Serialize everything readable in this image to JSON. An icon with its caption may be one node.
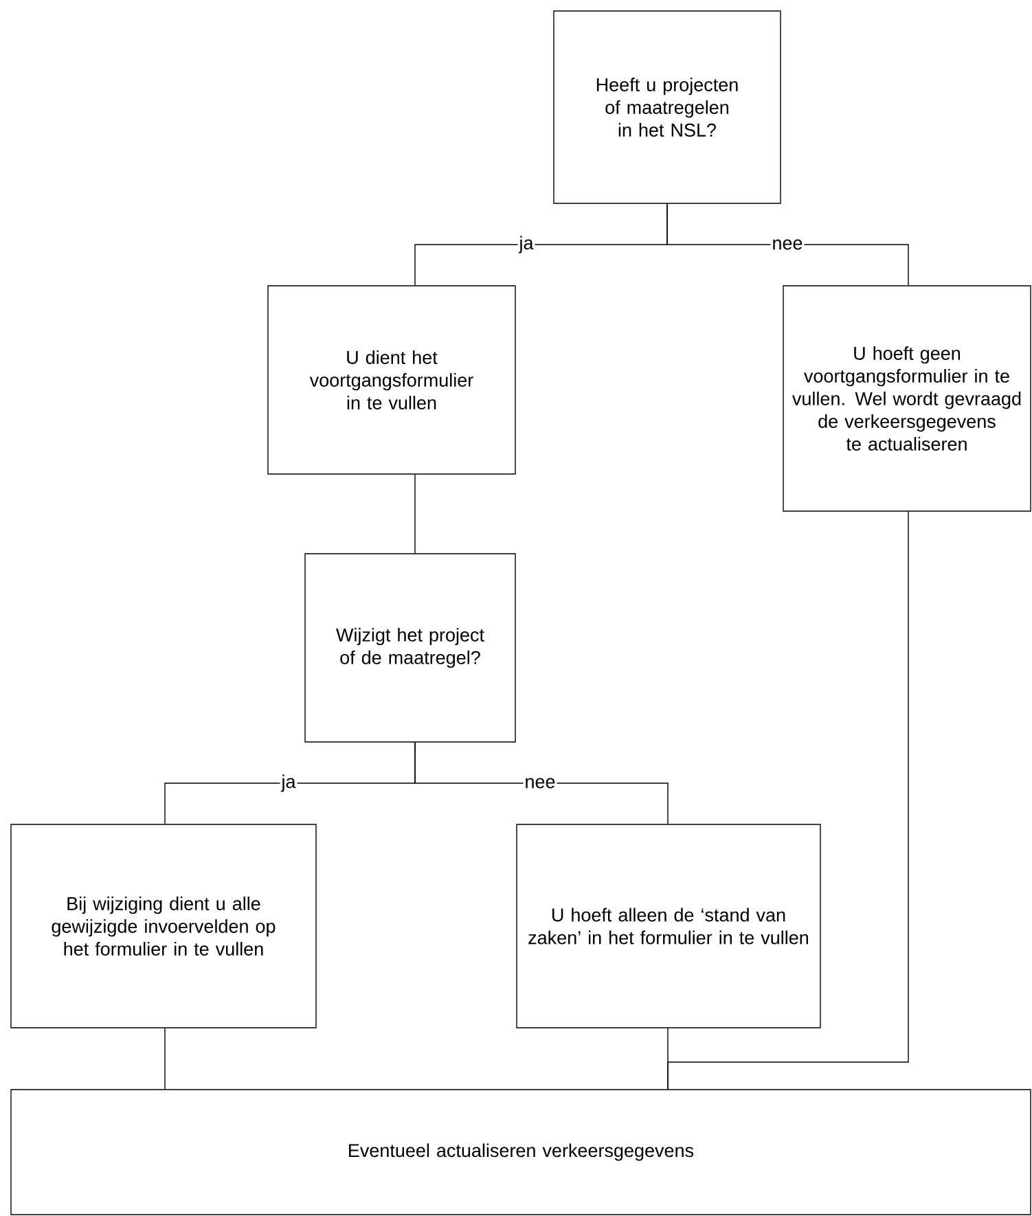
{
  "diagram": {
    "nodes": [
      {
        "text": [
          "Heeft u projecten of maatregelen in het NSL?"
        ]
      },
      {
        "text": [
          "U dient het voortgangsformulier in te vullen"
        ]
      },
      {
        "text": [
          "U hoeft geen voortgangsformulier in te vullen. Wel wordt gevraagd de verkeersgegevens te actualiseren"
        ]
      },
      {
        "text": [
          "Wijzigt het project of de maatregel?"
        ]
      },
      {
        "text": [
          "Bij wijziging dient u alle gewijzigde invoervelden op het formulier in te vullen"
        ]
      },
      {
        "text": [
          "U hoeft alleen de ‘stand van zaken’ in het formulier in te vullen"
        ]
      },
      {
        "text": [
          "Eventueel actualiseren verkeersgegevens"
        ]
      }
    ],
    "edges": [
      {
        "from": 0,
        "to": 1,
        "arrow": "none",
        "label": "ja"
      },
      {
        "from": 0,
        "to": 2,
        "arrow": "none",
        "label": "nee"
      },
      {
        "from": 1,
        "to": 3,
        "arrow": "none"
      },
      {
        "from": 3,
        "to": 4,
        "arrow": "none",
        "label": "ja"
      },
      {
        "from": 3,
        "to": 5,
        "arrow": "none",
        "label": "nee"
      },
      {
        "from": 4,
        "to": 6,
        "arrow": "none"
      },
      {
        "from": 5,
        "to": 6,
        "arrow": "none"
      },
      {
        "from": 2,
        "to": 6,
        "arrow": "none"
      }
    ]
  }
}
